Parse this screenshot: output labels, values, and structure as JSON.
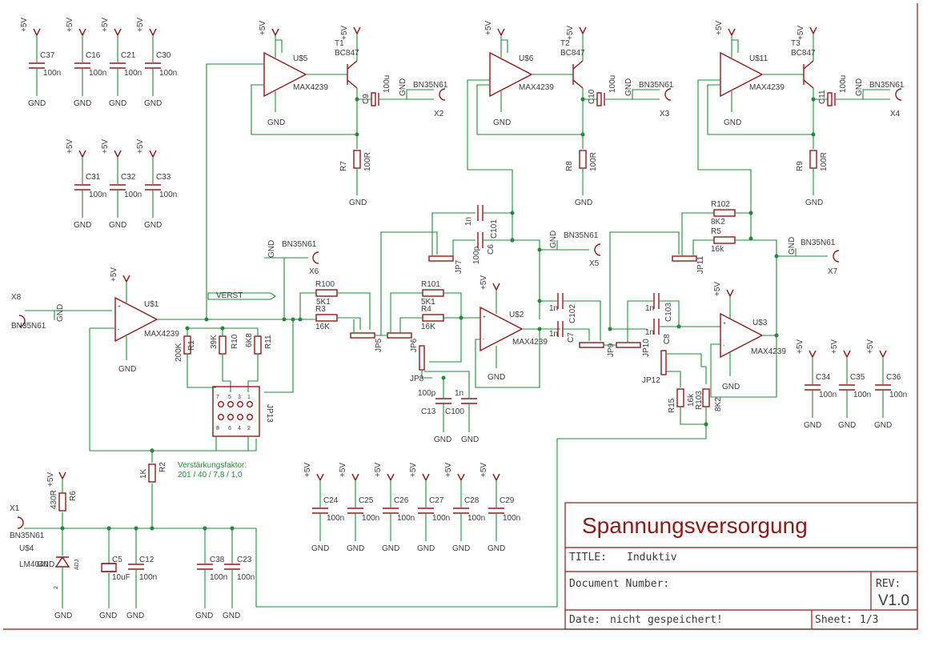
{
  "supply_caps_top": [
    {
      "name": "C37",
      "value": "100n",
      "supply": "+5V",
      "ground": "GND"
    },
    {
      "name": "C16",
      "value": "100n",
      "supply": "+5V",
      "ground": "GND"
    },
    {
      "name": "C21",
      "value": "100n",
      "supply": "+5V",
      "ground": "GND"
    },
    {
      "name": "C30",
      "value": "100n",
      "supply": "+5V",
      "ground": "GND"
    }
  ],
  "supply_caps_mid": [
    {
      "name": "C31",
      "value": "100n",
      "supply": "+5V",
      "ground": "GND"
    },
    {
      "name": "C32",
      "value": "100n",
      "supply": "+5V",
      "ground": "GND"
    },
    {
      "name": "C33",
      "value": "100n",
      "supply": "+5V",
      "ground": "GND"
    }
  ],
  "supply_caps_right": [
    {
      "name": "C34",
      "value": "100n",
      "supply": "+5V",
      "ground": "GND"
    },
    {
      "name": "C35",
      "value": "100n",
      "supply": "+5V",
      "ground": "GND"
    },
    {
      "name": "C36",
      "value": "100n",
      "supply": "+5V",
      "ground": "GND"
    }
  ],
  "supply_caps_bottom": [
    {
      "name": "C24",
      "value": "100n",
      "supply": "+5V",
      "ground": "GND"
    },
    {
      "name": "C25",
      "value": "100n",
      "supply": "+5V",
      "ground": "GND"
    },
    {
      "name": "C26",
      "value": "100n",
      "supply": "+5V",
      "ground": "GND"
    },
    {
      "name": "C27",
      "value": "100n",
      "supply": "+5V",
      "ground": "GND"
    },
    {
      "name": "C28",
      "value": "100n",
      "supply": "+5V",
      "ground": "GND"
    },
    {
      "name": "C29",
      "value": "100n",
      "supply": "+5V",
      "ground": "GND"
    }
  ],
  "drivers": [
    {
      "opamp": "U$5",
      "opamp_part": "MAX4239",
      "transistor": "T1",
      "transistor_part": "BC847",
      "cap": "C9",
      "cap_value": "100u",
      "resistor": "R7",
      "resistor_value": "100R",
      "connector": "X2",
      "connector_part": "BN35N61",
      "supply": "+5V",
      "ground": "GND"
    },
    {
      "opamp": "U$6",
      "opamp_part": "MAX4239",
      "transistor": "T2",
      "transistor_part": "BC847",
      "cap": "C10",
      "cap_value": "100u",
      "resistor": "R8",
      "resistor_value": "100R",
      "connector": "X3",
      "connector_part": "BN35N61",
      "supply": "+5V",
      "ground": "GND"
    },
    {
      "opamp": "U$11",
      "opamp_part": "MAX4239",
      "transistor": "T3",
      "transistor_part": "BC847",
      "cap": "C11",
      "cap_value": "100u",
      "resistor": "R9",
      "resistor_value": "100R",
      "connector": "X4",
      "connector_part": "BN35N61",
      "supply": "+5V",
      "ground": "GND"
    }
  ],
  "input_stage": {
    "connector": "X8",
    "connector_part": "BN35N61",
    "gnd": "GND",
    "opamp": "U$1",
    "opamp_part": "MAX4239",
    "supply": "+5V",
    "ground": "GND",
    "R1": "R1",
    "R1_value": "200K",
    "R10": "R10",
    "R10_value": "39K",
    "R11": "R11",
    "R11_value": "6K8",
    "jumper": "JP13",
    "net_label": "VERST",
    "x6": "X6",
    "x6_part": "BN35N61",
    "x6_gnd": "GND",
    "pins_top": [
      "7",
      "5",
      "3",
      "1"
    ],
    "pins_bottom": [
      "8",
      "6",
      "4",
      "2"
    ],
    "gain_note_title": "Verstärkungsfaktor:",
    "gain_note_values": "201 / 40 / 7,8 / 1,0"
  },
  "filter_stage1": {
    "R100": "R100",
    "R100_value": "5K1",
    "R3": "R3",
    "R3_value": "16K",
    "R101": "R101",
    "R101_value": "5K1",
    "R4": "R4",
    "R4_value": "16K",
    "JP5": "JP5",
    "JP6": "JP6",
    "JP7": "JP7",
    "JP8": "JP8",
    "C101": "C101",
    "C101_value": "1n",
    "C6": "C6",
    "C6_value": "100p",
    "C13": "C13",
    "C13_value": "100p",
    "C100": "C100",
    "C100_value": "1n",
    "gnd": "GND",
    "opamp": "U$2",
    "opamp_part": "MAX4239",
    "supply": "+5V",
    "ground": "GND",
    "x5": "X5",
    "x5_part": "BN35N61",
    "x5_gnd": "GND"
  },
  "filter_stage2": {
    "C102": "C102",
    "C102_value": "1n",
    "C7": "C7",
    "C7_value": "1n",
    "C103": "C103",
    "C103_value": "1n",
    "C8": "C8",
    "C8_value": "1n",
    "JP9": "JP9",
    "JP10": "JP10",
    "JP11": "JP11",
    "JP12": "JP12",
    "R102": "R102",
    "R102_value": "8K2",
    "R5": "R5",
    "R5_value": "16k",
    "R15": "R15",
    "R15_value": "16k",
    "R103": "R103",
    "R103_value": "8K2",
    "opamp": "U$3",
    "opamp_part": "MAX4239",
    "supply": "+5V",
    "ground": "GND",
    "x7": "X7",
    "x7_part": "BN35N61",
    "x7_gnd": "GND"
  },
  "regulator": {
    "connector": "X1",
    "connector_part": "BN35N61",
    "reg": "U$4",
    "reg_part": "LM4040",
    "reg_gnd": "GND",
    "adj": "ADJ",
    "pin2": "2",
    "R6": "R6",
    "R6_value": "430R",
    "R2": "R2",
    "R2_value": "1K",
    "supply": "+5V",
    "C5": "C5",
    "C5_value": "10uF",
    "C12": "C12",
    "C12_value": "100n",
    "C38": "C38",
    "C38_value": "100n",
    "C23": "C23",
    "C23_value": "100n",
    "ground": "GND"
  },
  "title_block": {
    "heading": "Spannungsversorgung",
    "title_label": "TITLE:",
    "title_value": "Induktiv",
    "doc_label": "Document Number:",
    "rev_label": "REV:",
    "rev_value": "V1.0",
    "date_label": "Date:",
    "date_value": "nicht gespeichert!",
    "sheet_label": "Sheet:",
    "sheet_value": "1/3"
  },
  "colors": {
    "wire": "#1e8a3a",
    "part": "#8b1a1a",
    "text": "#3a3a3a"
  }
}
